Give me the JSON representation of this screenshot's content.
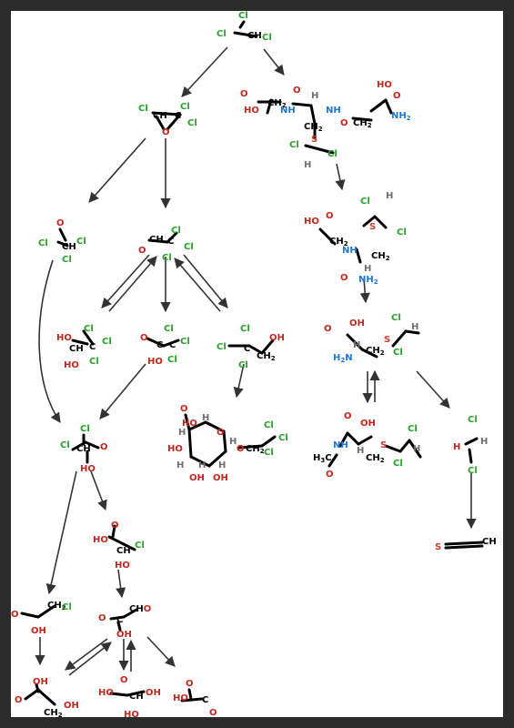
{
  "colors": {
    "chlorine": "#2aa02a",
    "oxygen": "#c0281e",
    "nitrogen": "#1e78d2",
    "carbon": "#000000",
    "hydrogen": "#6e6e6e",
    "sulfur": "#d23c28",
    "arrow": "#333333"
  },
  "labels": {
    "cl": "Cl",
    "o": "O",
    "ho": "HO",
    "oh": "OH",
    "h": "H",
    "ch": "CH",
    "c": "C",
    "ch2": "CH",
    "ch3": "CH",
    "nh": "NH",
    "nh2": "NH",
    "h2n": "H",
    "h3c": "H",
    "s": "S",
    "sub2": "2",
    "sub3": "3"
  }
}
